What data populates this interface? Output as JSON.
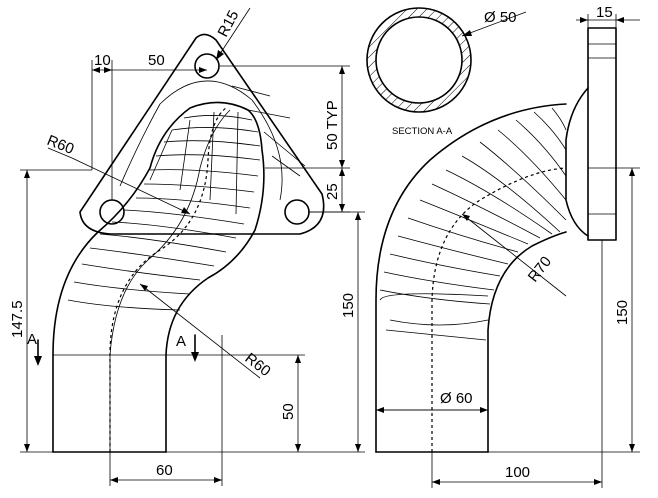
{
  "drawing": {
    "front_view": {
      "dims": {
        "flange_offset": "10",
        "flange_width": "50",
        "radius_flange_corner": "R15",
        "bolt_spacing": "50 TYP",
        "bolt_offset": "25",
        "radius_upper": "R60",
        "radius_lower": "R60",
        "overall_height_left": "147.5",
        "overall_height_right": "150",
        "straight_length": "50",
        "bottom_width": "60"
      },
      "section_markers": {
        "left": "A",
        "right": "A"
      }
    },
    "section_view": {
      "dia": "Ø 50",
      "caption": "SECTION A-A"
    },
    "side_view": {
      "dims": {
        "flange_thickness": "15",
        "bend_radius": "R70",
        "pipe_dia": "Ø 60",
        "height": "150",
        "offset_width": "100"
      }
    }
  }
}
